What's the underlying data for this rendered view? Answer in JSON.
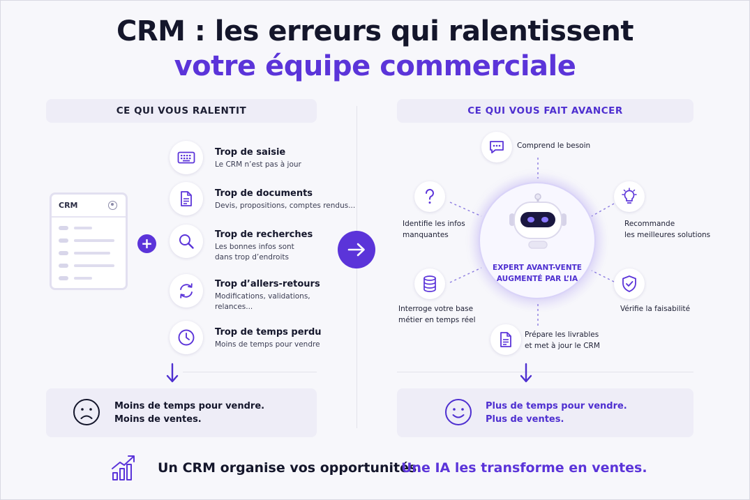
{
  "header": {
    "title_line1": "CRM : les erreurs qui ralentissent",
    "title_line2": "votre équipe commerciale"
  },
  "left": {
    "heading": "CE QUI VOUS RALENTIT",
    "crm_card_label": "CRM",
    "items": [
      {
        "icon": "keyboard-icon",
        "title": "Trop de saisie",
        "lines": [
          "Le CRM n’est pas à jour"
        ]
      },
      {
        "icon": "document-icon",
        "title": "Trop de documents",
        "lines": [
          "Devis, propositions, comptes rendus..."
        ]
      },
      {
        "icon": "search-icon",
        "title": "Trop de recherches",
        "lines": [
          "Les bonnes infos sont",
          "dans trop d’endroits"
        ]
      },
      {
        "icon": "refresh-icon",
        "title": "Trop d’allers-retours",
        "lines": [
          "Modifications, validations,",
          "relances..."
        ]
      },
      {
        "icon": "clock-icon",
        "title": "Trop de temps perdu",
        "lines": [
          "Moins de temps pour vendre"
        ]
      }
    ],
    "result_lines": [
      "Moins de temps pour vendre.",
      "Moins de ventes."
    ]
  },
  "right": {
    "heading": "CE QUI VOUS FAIT AVANCER",
    "hub_label_lines": [
      "EXPERT AVANT-VENTE",
      "AUGMENTÉ PAR L’IA"
    ],
    "satellites": {
      "top": {
        "icon": "chat-icon",
        "lines": [
          "Comprend le besoin"
        ]
      },
      "upper_left": {
        "icon": "question-icon",
        "lines": [
          "Identifie les infos",
          "manquantes"
        ]
      },
      "upper_right": {
        "icon": "lightbulb-icon",
        "lines": [
          "Recommande",
          "les meilleures solutions"
        ]
      },
      "lower_left": {
        "icon": "database-icon",
        "lines": [
          "Interroge votre base",
          "métier en temps réel"
        ]
      },
      "lower_right": {
        "icon": "shield-check-icon",
        "lines": [
          "Vérifie la faisabilité"
        ]
      },
      "bottom": {
        "icon": "document-icon",
        "lines": [
          "Prépare les livrables",
          "et met à jour le CRM"
        ]
      }
    },
    "result_lines": [
      "Plus de temps pour vendre.",
      "Plus de ventes."
    ]
  },
  "footer": {
    "part1": "Un CRM organise vos opportunités.",
    "part2": "Une IA les transforme en ventes."
  },
  "colors": {
    "accent": "#5b34d9",
    "dark": "#14162b",
    "panel": "#eeedf7",
    "background": "#f7f7fb"
  }
}
